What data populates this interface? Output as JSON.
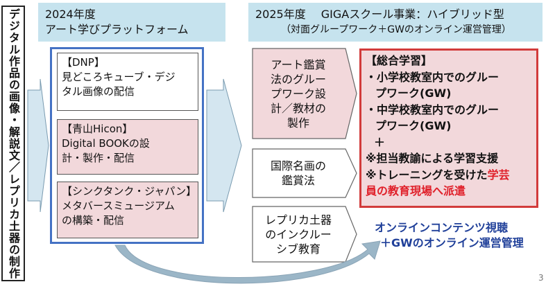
{
  "left_label": "デジタル作品の画像・解説文／レプリカ土器の制作",
  "header_2024": {
    "line1": "2024年度",
    "line2": "アート学びプラットフォーム"
  },
  "header_2025": {
    "year": "2025年度",
    "title": "GIGAスクール事業：ハイブリッド型",
    "subtitle": "（対面グループワーク＋GWのオンライン運営管理）"
  },
  "platform_boxes": [
    {
      "label": "【DNP】",
      "lines": [
        "見どころキューブ・デジ",
        "タル画像の配信"
      ]
    },
    {
      "label": "【青山Hicon】",
      "lines": [
        "Digital BOOKの設",
        "計・製作・配信"
      ]
    },
    {
      "label": "【シンクタンク・ジャパン】",
      "lines": [
        "メタバースミュージアム",
        "の構築・配信"
      ]
    }
  ],
  "methods": [
    {
      "lines": [
        "アート鑑賞",
        "法のグルー",
        "プワーク設",
        "計／教材の",
        "製作"
      ]
    },
    {
      "lines": [
        "国際名画の",
        "鑑賞法"
      ]
    },
    {
      "lines": [
        "レプリカ土器",
        "のインクルー",
        "シブ教育"
      ]
    }
  ],
  "study": {
    "title": "【総合学習】",
    "item1_a": "・小学校教室内でのグルー",
    "item1_b": "プワーク(GW)",
    "item2_a": "・中学校教室内でのグルー",
    "item2_b": "プワーク(GW)",
    "plus": "＋",
    "item3": "※担当教諭による学習支援",
    "item4_a": "※トレーニングを受けた",
    "item4_a_red": "学芸",
    "item4_b_red": "員の教育現場へ派遣"
  },
  "online": {
    "line1": "オンラインコンテンツ視聴",
    "line2": "＋GWのオンライン運営管理"
  },
  "page_number": "3",
  "colors": {
    "header_bg": "#c6e3ee",
    "pink": "#f2d8db",
    "frame_blue": "#4472c4",
    "study_border": "#d23b3b",
    "highlight_red": "#e0202a",
    "online_blue": "#1f3f99",
    "arrow_fill": "#d4e6f0"
  }
}
